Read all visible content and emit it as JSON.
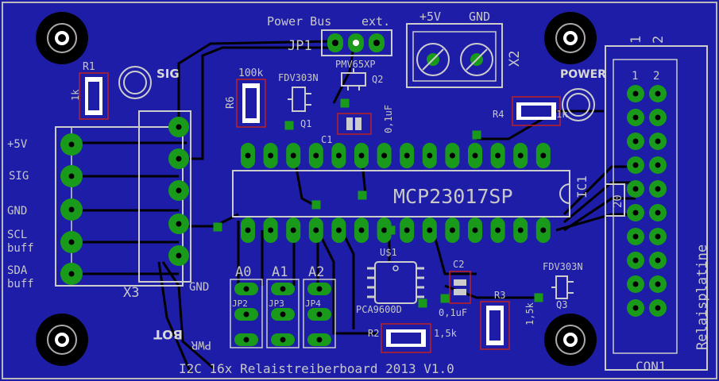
{
  "board": {
    "title": "I2C 16x Relaistreiberboard 2013 V1.0",
    "colors": {
      "background": "#1d1da8",
      "outline": "#b8b8b8",
      "silk": "#c8c8c8",
      "pad": "#1a9a1a",
      "trace": "#000000",
      "part_box": "#c02020"
    }
  },
  "labels": {
    "power_bus": "Power Bus",
    "ext": "ext.",
    "jp1": "JP1",
    "plus5v_top": "+5V",
    "gnd_top": "GND",
    "x2": "X2",
    "r1": "R1",
    "r1_val": "1k",
    "sig_led": "SIG",
    "r6": "R6",
    "r6_val": "100k",
    "q1_type": "FDV303N",
    "q1": "Q1",
    "q2_type": "PMV65XP",
    "q2": "Q2",
    "c1": "C1",
    "c1_val": "0,1uF",
    "ic1": "IC1",
    "ic1_type": "MCP23017SP",
    "r4": "R4",
    "r4_val": "1k",
    "power_led": "POWER",
    "con1": "CON1",
    "con1_pin1": "1",
    "con1_pin2": "2",
    "con1_pin20": "20",
    "relaisplatine": "Relaisplatine",
    "x3": "X3",
    "term_5v": "+5V",
    "term_sig": "SIG",
    "term_gnd": "GND",
    "term_scl": "SCL",
    "term_scl2": "buff",
    "term_sda": "SDA",
    "term_sda2": "buff",
    "gnd_left": "GND",
    "a0": "A0",
    "a1": "A1",
    "a2": "A2",
    "jp2": "JP2",
    "jp3": "JP3",
    "jp4": "JP4",
    "pwr": "PWR",
    "bot": "BOT",
    "u1": "U$1",
    "u1_type": "PCA9600D",
    "c2": "C2",
    "c2_val": "0,1uF",
    "r2": "R2",
    "r2_val": "1,5k",
    "r3": "R3",
    "r3_val": "1,5k",
    "q3_type": "FDV303N",
    "q3": "Q3"
  }
}
